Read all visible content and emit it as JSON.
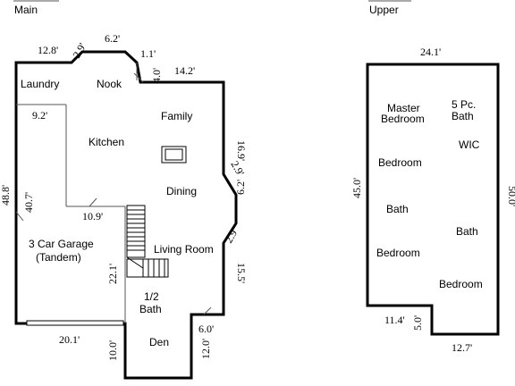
{
  "floors": {
    "main": "Main",
    "upper": "Upper"
  },
  "rooms_main": {
    "laundry": "Laundry",
    "nook": "Nook",
    "family": "Family",
    "kitchen": "Kitchen",
    "dining": "Dining",
    "garage_line1": "3 Car Garage",
    "garage_line2": "(Tandem)",
    "living_room": "Living Room",
    "half_bath_line1": "1/2",
    "half_bath_line2": "Bath",
    "den": "Den"
  },
  "rooms_upper": {
    "master_line1": "Master",
    "master_line2": "Bedroom",
    "five_pc_line1": "5 Pc.",
    "five_pc_line2": "Bath",
    "wic": "WIC",
    "bedroom_1": "Bedroom",
    "bath_1": "Bath",
    "bath_2": "Bath",
    "bedroom_2": "Bedroom",
    "bedroom_3": "Bedroom"
  },
  "dims_main": {
    "d_12_8": "12.8'",
    "d_2_9_top": "2.9'",
    "d_6_2_top": "6.2'",
    "d_1_1": "1.1'",
    "d_4_0": "4.0'",
    "d_14_2": "14.2'",
    "d_9_2": "9.2'",
    "d_16_9": "16.9'",
    "d_2_9_right1": "2.9'",
    "d_6_2_right": "6.2'",
    "d_2_9_right2": "2.9'",
    "d_48_8": "48.8'",
    "d_40_7": "40.7'",
    "d_10_9": "10.9'",
    "d_22_1": "22.1'",
    "d_15_5": "15.5'",
    "d_20_1": "20.1'",
    "d_6_0": "6.0'",
    "d_10_0": "10.0'",
    "d_12_0": "12.0'"
  },
  "dims_upper": {
    "d_24_1": "24.1'",
    "d_45_0": "45.0'",
    "d_50_0": "50.0'",
    "d_11_4": "11.4'",
    "d_5_0": "5.0'",
    "d_12_7": "12.7'"
  }
}
